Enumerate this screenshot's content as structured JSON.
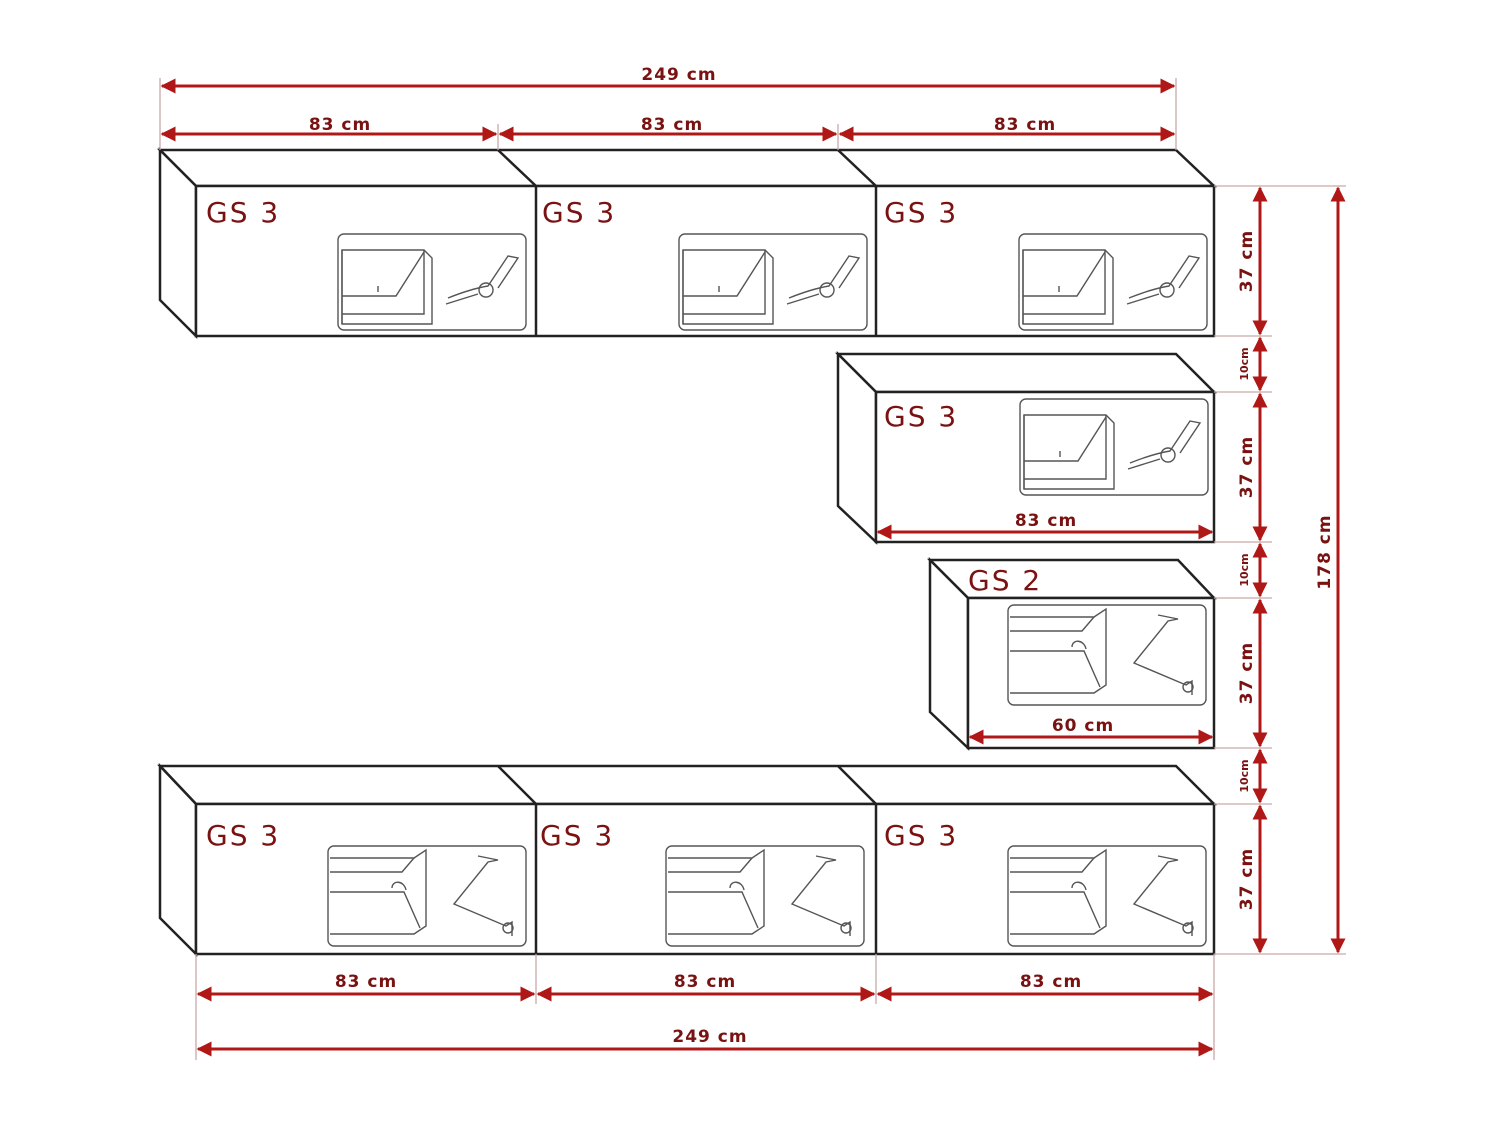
{
  "dimensions": {
    "top_total": "249 cm",
    "top_segments": [
      "83 cm",
      "83 cm",
      "83 cm"
    ],
    "bottom_total": "249 cm",
    "bottom_segments": [
      "83 cm",
      "83 cm",
      "83 cm"
    ],
    "overall_height": "178 cm",
    "right_heights": [
      "37 cm",
      "10cm",
      "37 cm",
      "10cm",
      "37 cm",
      "10cm",
      "37 cm"
    ],
    "middle_width": "83 cm",
    "small_width": "60 cm"
  },
  "cabinets": {
    "top_row": [
      "GS 3",
      "GS 3",
      "GS 3"
    ],
    "middle": "GS 3",
    "small": "GS 2",
    "bottom_row": [
      "GS 3",
      "GS 3",
      "GS 3"
    ]
  },
  "colors": {
    "dimension": "#b01818",
    "label": "#7a1212",
    "outline": "#222222"
  },
  "icons": [
    "flap-hinge-icon",
    "gas-strut-icon"
  ]
}
